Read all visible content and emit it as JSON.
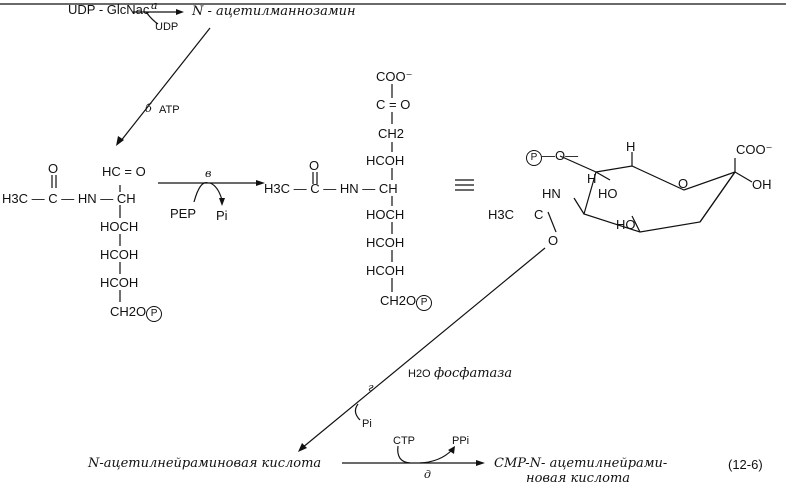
{
  "top": {
    "substrate": "UDP - GlcNac",
    "enzyme_a": "a",
    "cofactor_udp": "UDP",
    "product": "N - ацетилманнозамин"
  },
  "step_b": {
    "label": "б",
    "atp": "ATP"
  },
  "left_molecule": {
    "methyl": "H3C",
    "row1": "H3C — C — HN — CH",
    "carbonyl_o": "O",
    "hc_o": "HC = O",
    "chain": [
      "HOCH",
      "HCOH",
      "HCOH"
    ],
    "terminal": "CH2O",
    "phosphate": "P"
  },
  "step_v": {
    "label": "в",
    "pep": "PEP",
    "pi": "Pi"
  },
  "middle_molecule": {
    "top": [
      "COO⁻",
      "C = O",
      "CH2",
      "HCOH"
    ],
    "row": "H3C — C — HN — CH",
    "carbonyl_o": "O",
    "chain": [
      "HOCH",
      "HCOH",
      "HCOH"
    ],
    "terminal": "CH2O",
    "phosphate": "P"
  },
  "equivalence": "≡",
  "ring": {
    "phosphate": "P",
    "o_link": "—O—",
    "h_top": "H",
    "h_left": "H",
    "ho_upper": "HO",
    "ring_o": "O",
    "coo": "COO⁻",
    "oh": "OH",
    "hn": "HN",
    "h3c": "H3C",
    "c_o": "O",
    "ho_lower": "HO",
    "dot": "."
  },
  "step_g": {
    "label": "г",
    "h2o": "H2O",
    "enzyme": "фосфатаза",
    "pi": "Pi"
  },
  "bottom": {
    "substrate": "N-ацетилнейраминовая кислота",
    "ctp": "CTP",
    "ppi": "PPi",
    "label_d": "д",
    "product_line1": "CMP-N- ацетилнейрами-",
    "product_line2": "новая кислота",
    "equation_number": "(12-6)"
  }
}
